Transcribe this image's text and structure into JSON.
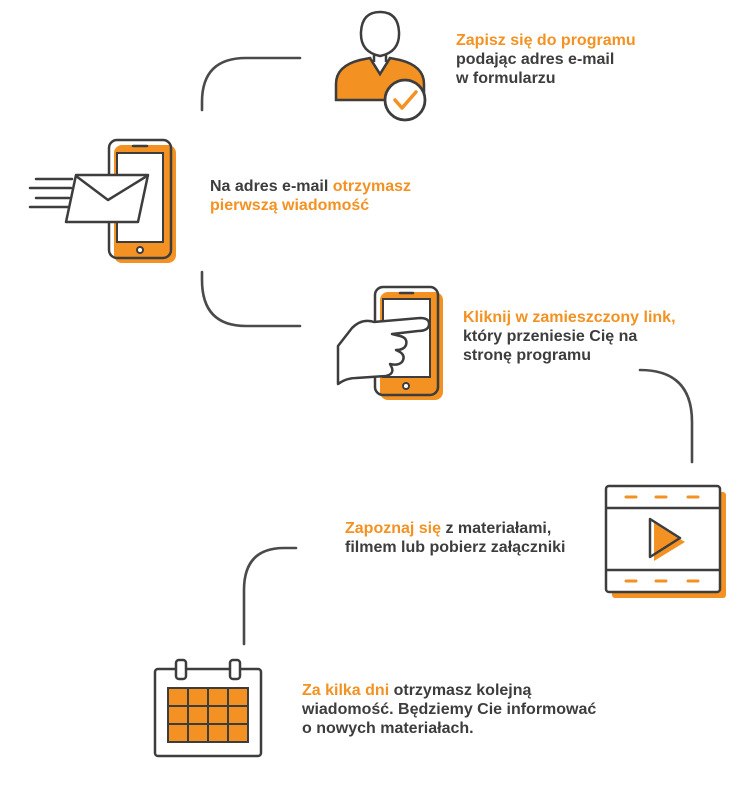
{
  "colors": {
    "accent": "#f39223",
    "ink": "#3d3d3d"
  },
  "icons": [
    "user-check-icon",
    "phone-mail-icon",
    "phone-tap-icon",
    "video-play-icon",
    "calendar-icon"
  ],
  "steps": [
    {
      "highlight": "Zapisz się do programu",
      "line1_rest": "",
      "line2": "podając adres e-mail",
      "line3": "w formularzu"
    },
    {
      "lead": "Na adres e-mail ",
      "highlight": "otrzymasz",
      "line2": "pierwszą wiadomość"
    },
    {
      "highlight": "Kliknij w zamieszczony link,",
      "line2": "który przeniesie Cię na",
      "line3": "stronę programu"
    },
    {
      "highlight": "Zapoznaj się",
      "line1_rest": " z materiałami,",
      "line2": "filmem lub pobierz załączniki"
    },
    {
      "highlight": "Za kilka dni",
      "line1_rest": " otrzymasz kolejną",
      "line2": "wiadomość. Będziemy Cie informować",
      "line3": "o nowych materiałach."
    }
  ]
}
